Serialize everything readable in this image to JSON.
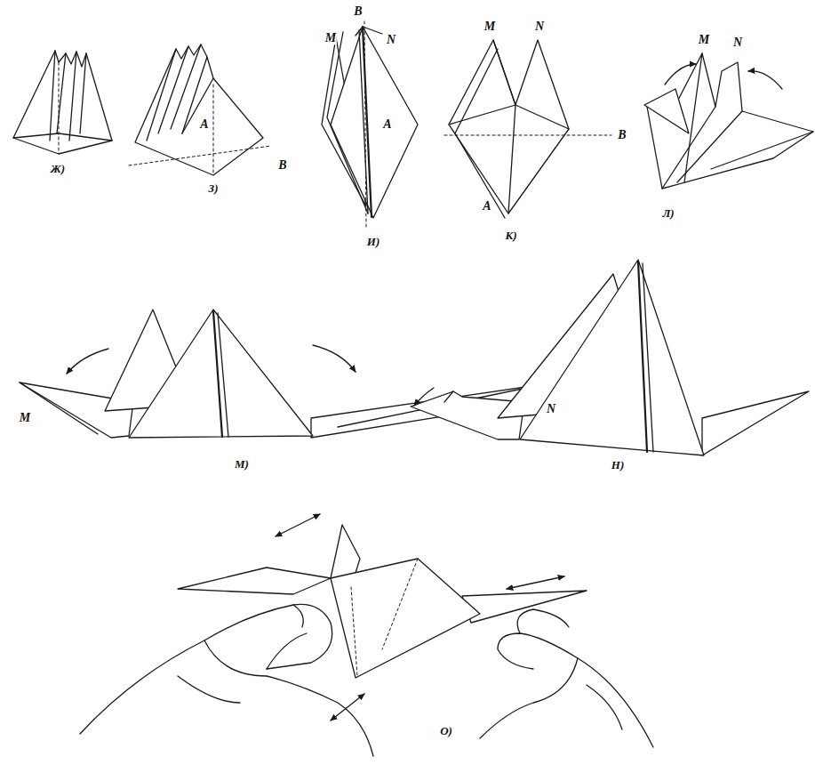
{
  "diagram": {
    "labels": [
      "Ж)",
      "A",
      "B",
      "З)",
      "M",
      "B",
      "N",
      "A",
      "И)",
      "M",
      "N",
      "B",
      "A",
      "К)",
      "M",
      "N",
      "Л)",
      "M",
      "N",
      "М)",
      "Н)",
      "О)"
    ]
  }
}
